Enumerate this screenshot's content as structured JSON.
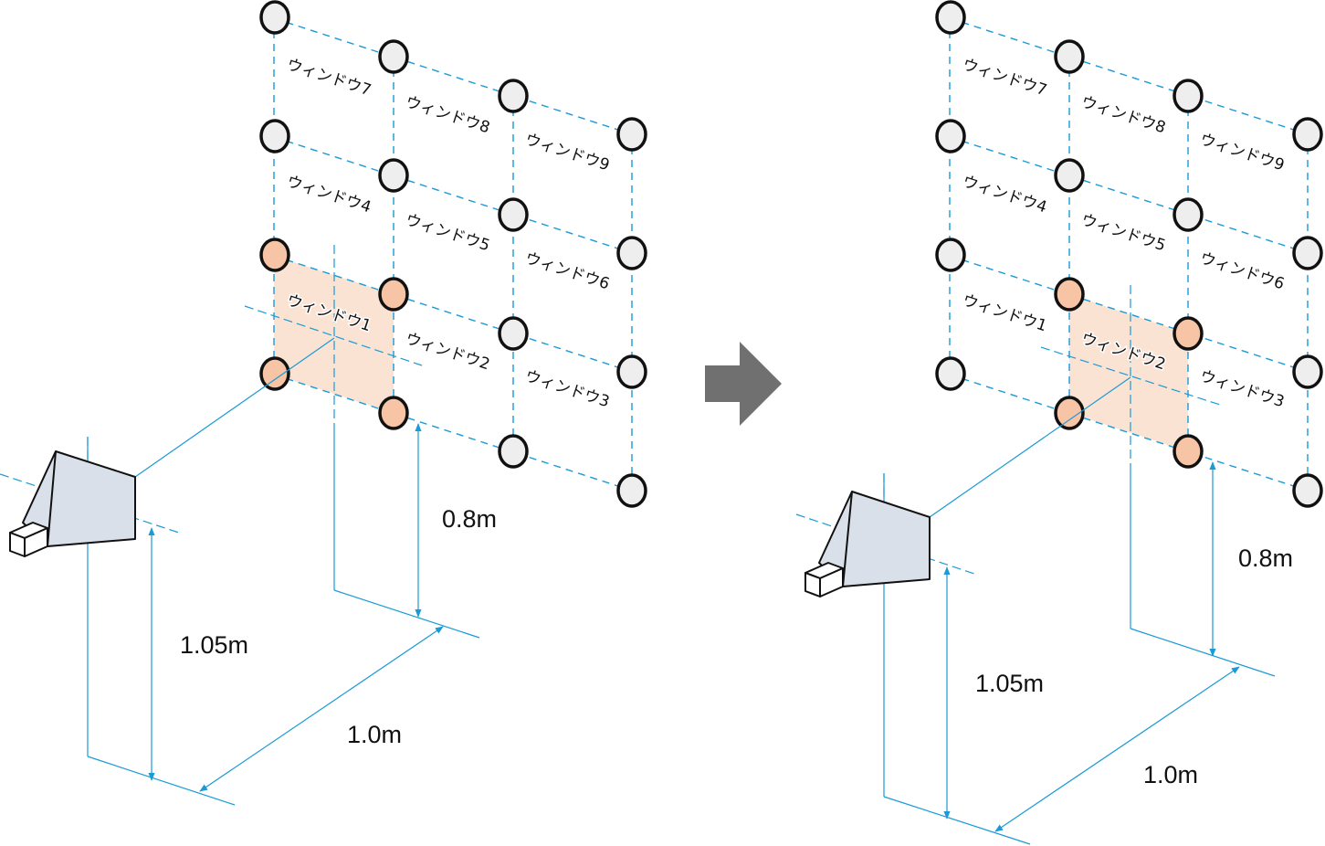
{
  "colors": {
    "dim_line": "#1a9ad6",
    "grid_line": "#1a9ad6",
    "node_fill": "#eeeeee",
    "node_active_fill": "#f7c4a5",
    "active_window_fill": "#fbe3d4",
    "node_stroke": "#111111",
    "horn_fill": "#d9e0ea",
    "arrow": "#707070"
  },
  "icons": {
    "transition": "right-arrow-icon",
    "antenna": "horn-antenna-icon"
  },
  "panels": [
    {
      "name": "before",
      "active_window": "ウィンドウ1",
      "windows": [
        "ウィンドウ1",
        "ウィンドウ2",
        "ウィンドウ3",
        "ウィンドウ4",
        "ウィンドウ5",
        "ウィンドウ6",
        "ウィンドウ7",
        "ウィンドウ8",
        "ウィンドウ9"
      ],
      "dimensions": {
        "height_window": "0.8m",
        "height_antenna": "1.05m",
        "distance": "1.0m"
      }
    },
    {
      "name": "after",
      "active_window": "ウィンドウ2",
      "windows": [
        "ウィンドウ1",
        "ウィンドウ2",
        "ウィンドウ3",
        "ウィンドウ4",
        "ウィンドウ5",
        "ウィンドウ6",
        "ウィンドウ7",
        "ウィンドウ8",
        "ウィンドウ9"
      ],
      "dimensions": {
        "height_window": "0.8m",
        "height_antenna": "1.05m",
        "distance": "1.0m"
      }
    }
  ]
}
